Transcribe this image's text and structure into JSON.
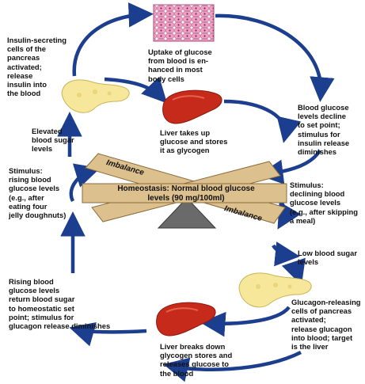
{
  "colors": {
    "arrow": "#1c3e8e",
    "beam": "#dcc08e",
    "beam_stroke": "#8a6b3a",
    "fulcrum": "#6a6a6a",
    "liver": "#c62a1a",
    "pancreas": "#f6e79a",
    "cells": "#f1a0c4"
  },
  "icons": {
    "pancreas_top": "pancreas-icon",
    "pancreas_bottom": "pancreas-icon",
    "liver_top": "liver-icon",
    "liver_bottom": "liver-icon",
    "body_cells": "body-cells-icon",
    "fulcrum": "fulcrum-icon"
  },
  "labels": {
    "insulin_secreting": "Insulin-secreting\ncells of the\npancreas\nactivated;\nrelease\ninsulin into\nthe blood",
    "uptake": "Uptake of glucose\nfrom blood is en-\nhanced in most\nbody cells",
    "liver_takes_up": "Liver takes up\nglucose and stores\nit as glycogen",
    "decline": "Blood glucose\nlevels decline\nto set point;\nstimulus for\ninsulin release\ndiminishes",
    "elevated": "Elevated\nblood sugar\nlevels",
    "stimulus_rising": "Stimulus:\nrising blood\nglucose levels\n(e.g., after\neating four\njelly doughnuts)",
    "stimulus_declining": "Stimulus:\ndeclining blood\nglucose levels\n(e.g., after skipping\na meal)",
    "low_sugar": "Low blood sugar\nlevels",
    "glucagon": "Glucagon-releasing\ncells of pancreas\nactivated;\nrelease glucagon\ninto blood; target\nis the liver",
    "liver_breaks": "Liver breaks down\nglycogen stores and\nreleases glucose to\nthe blood",
    "rising_return": "Rising blood\nglucose levels\nreturn blood sugar\nto homeostatic set\npoint; stimulus for\nglucagon release diminishes"
  },
  "center": {
    "homeostasis": "Homeostasis: Normal blood glucose\nlevels (90 mg/100ml)",
    "imbalance_top": "Imbalance",
    "imbalance_bottom": "Imbalance"
  }
}
